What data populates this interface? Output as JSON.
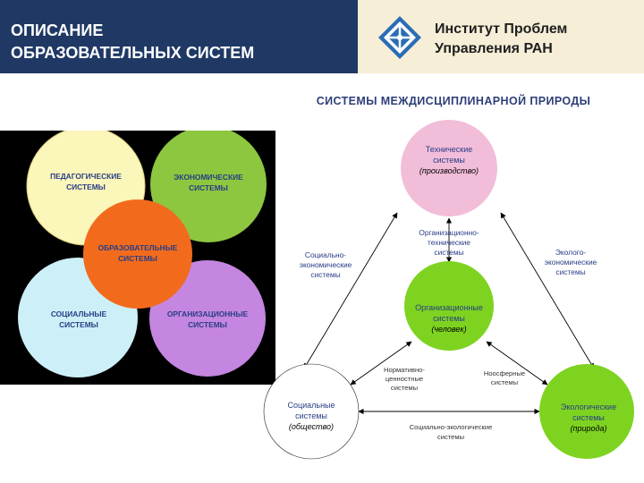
{
  "header": {
    "title_line1": "ОПИСАНИЕ",
    "title_line2": "ОБРАЗОВАТЕЛЬНЫХ СИСТЕМ",
    "institute_line1": "Институт Проблем",
    "institute_line2": "Управления РАН"
  },
  "colors": {
    "header_bg": "#1f3864",
    "header_right_bg": "#f6eed7",
    "pedagogical": "#fbf6ba",
    "economic": "#8dc63f",
    "educational": "#f26b1d",
    "social": "#cdf0f8",
    "organizational": "#c486e0",
    "green_circle": "#7ed320",
    "pink_circle": "#f2bdd9",
    "arrow_label": "#283d85",
    "logo": "#2a6db5"
  },
  "left_diagram": {
    "pedagogical": [
      "ПЕДАГОГИЧЕСКИЕ",
      "СИСТЕМЫ"
    ],
    "economic": [
      "ЭКОНОМИЧЕСКИЕ",
      "СИСТЕМЫ"
    ],
    "educational": [
      "ОБРАЗОВАТЕЛЬНЫЕ",
      "СИСТЕМЫ"
    ],
    "social": [
      "СОЦИАЛЬНЫЕ",
      "СИСТЕМЫ"
    ],
    "organizational": [
      "ОРГАНИЗАЦИОННЫЕ",
      "СИСТЕМЫ"
    ]
  },
  "right_diagram": {
    "subtitle": "СИСТЕМЫ МЕЖДИСЦИПЛИНАРНОЙ ПРИРОДЫ",
    "technical": [
      "Технические",
      "системы",
      "(производство)"
    ],
    "organizational": [
      "Организационные",
      "системы",
      "(человек)"
    ],
    "social": [
      "Социальные",
      "системы",
      "(общество)"
    ],
    "ecological": [
      "Экологические",
      "системы",
      "(природа)"
    ],
    "org_tech_label": [
      "Организационно-",
      "технические",
      "системы"
    ],
    "socio_econ_label": [
      "Социально-",
      "экономические",
      "системы"
    ],
    "eco_econ_label": [
      "Эколого-",
      "экономические",
      "системы"
    ],
    "normative_label": [
      "Нормативно-",
      "ценностные",
      "системы"
    ],
    "noosphere_label": [
      "Ноосферные",
      "системы"
    ],
    "socio_eco_label": [
      "Социально-экологические",
      "системы"
    ]
  }
}
